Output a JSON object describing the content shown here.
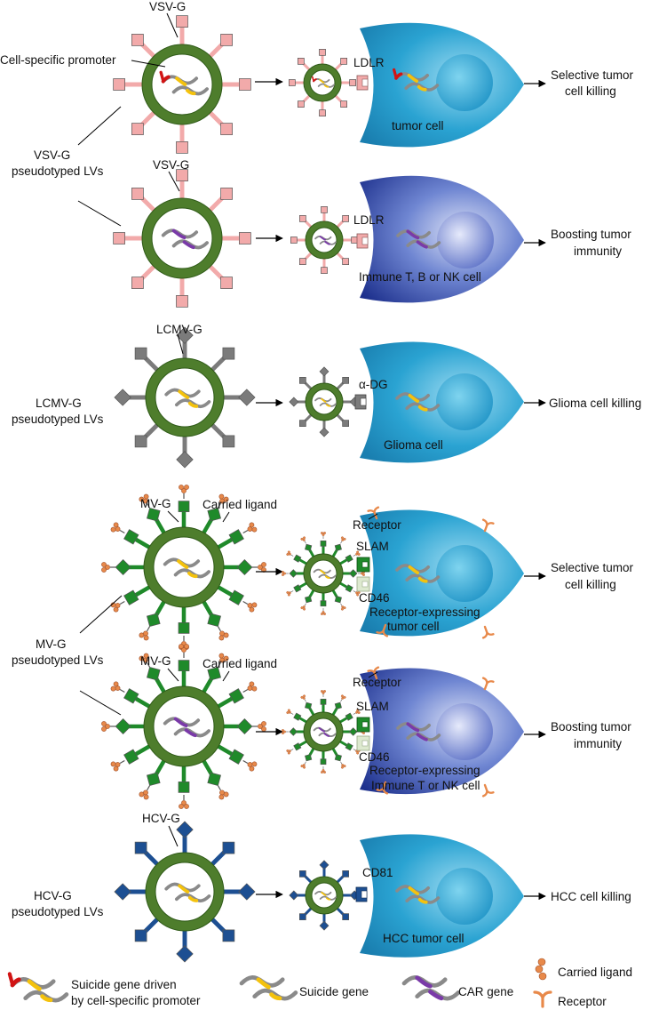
{
  "colors": {
    "envelope": "#4e7d2c",
    "envelope_dark": "#2f5a18",
    "vsv_g": "#f2aaaa",
    "lcmv_g": "#7b7b7b",
    "mv_g": "#1f8a2a",
    "hcv_g": "#1d4f92",
    "tumor_cell": "#2aa0cf",
    "immune_cell": "#27439e",
    "suicide_promoter": "#d11414",
    "suicide_gene": "#f4c20d",
    "gene_strand": "#8a8a8a",
    "car_gene": "#7a3aa8",
    "ligand": "#e8894a",
    "receptor": "#e8894a",
    "slam": "#1f8a2a",
    "cd46": "#dde9cf"
  },
  "rows": {
    "vsv_tumor": {
      "glyco_label": "VSV-G",
      "promoter_label": "Cell-specific promoter",
      "receptor_label": "LDLR",
      "cell_label": "tumor cell",
      "outcome_line1": "Selective tumor",
      "outcome_line2": "cell killing"
    },
    "vsv_immune": {
      "glyco_label": "VSV-G",
      "receptor_label": "LDLR",
      "cell_label": "Immune T, B or NK cell",
      "outcome_line1": "Boosting tumor",
      "outcome_line2": "immunity"
    },
    "lcmv": {
      "glyco_label": "LCMV-G",
      "receptor_label": "α-DG",
      "cell_label": "Glioma cell",
      "outcome": "Glioma cell killing"
    },
    "mv_tumor": {
      "glyco_label": "MV-G",
      "ligand_label": "Carried ligand",
      "receptor_label": "Receptor",
      "slam_label": "SLAM",
      "cd46_label": "CD46",
      "cell_line1": "Receptor-expressing",
      "cell_line2": "tumor cell",
      "outcome_line1": "Selective tumor",
      "outcome_line2": "cell killing"
    },
    "mv_immune": {
      "glyco_label": "MV-G",
      "ligand_label": "Carried ligand",
      "receptor_label": "Receptor",
      "slam_label": "SLAM",
      "cd46_label": "CD46",
      "cell_line1": "Receptor-expressing",
      "cell_line2": "Immune T or NK cell",
      "outcome_line1": "Boosting tumor",
      "outcome_line2": "immunity"
    },
    "hcv": {
      "glyco_label": "HCV-G",
      "receptor_label": "CD81",
      "cell_label": "HCC tumor cell",
      "outcome": "HCC cell killing"
    }
  },
  "groups": {
    "vsv": {
      "line1": "VSV-G",
      "line2": "pseudotyped LVs"
    },
    "lcmv": {
      "line1": "LCMV-G",
      "line2": "pseudotyped LVs"
    },
    "mv": {
      "line1": "MV-G",
      "line2": "pseudotyped LVs"
    },
    "hcv": {
      "line1": "HCV-G",
      "line2": "pseudotyped LVs"
    }
  },
  "legend": {
    "suicide_promoter_line1": "Suicide gene driven",
    "suicide_promoter_line2": "by cell-specific promoter",
    "suicide_gene": "Suicide gene",
    "car_gene": "CAR gene",
    "carried_ligand": "Carried ligand",
    "receptor": "Receptor"
  }
}
